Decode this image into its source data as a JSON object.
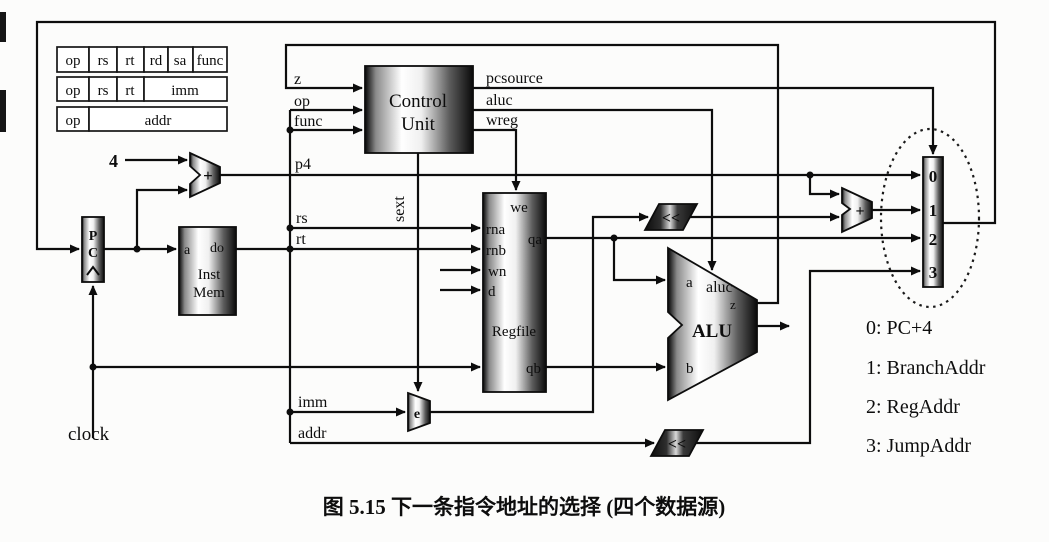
{
  "figure": {
    "caption": "图 5.15  下一条指令地址的选择 (四个数据源)"
  },
  "instruction_formats": {
    "r_type": [
      "op",
      "rs",
      "rt",
      "rd",
      "sa",
      "func"
    ],
    "i_type": [
      "op",
      "rs",
      "rt",
      "imm"
    ],
    "j_type": [
      "op",
      "addr"
    ]
  },
  "blocks": {
    "pc": {
      "chars": [
        "P",
        "C"
      ]
    },
    "inst_mem": {
      "port_a": "a",
      "port_do": "do",
      "name_line1": "Inst",
      "name_line2": "Mem"
    },
    "control_unit": {
      "name_line1": "Control",
      "name_line2": "Unit"
    },
    "regfile": {
      "we": "we",
      "rna": "rna",
      "rnb": "rnb",
      "wn": "wn",
      "d": "d",
      "qa": "qa",
      "qb": "qb",
      "name": "Regfile"
    },
    "alu": {
      "a": "a",
      "b": "b",
      "z": "z",
      "aluc": "aluc",
      "name": "ALU"
    },
    "adder_pc4": {
      "op": "+"
    },
    "adder_branch": {
      "op": "+"
    },
    "shifter_branch": {
      "label": "<<"
    },
    "shifter_jump": {
      "label": "<<"
    },
    "extender": {
      "label": "e"
    },
    "mux": {
      "inputs": [
        "0",
        "1",
        "2",
        "3"
      ]
    }
  },
  "signals": {
    "z": "z",
    "op": "op",
    "func": "func",
    "p4": "p4",
    "rs": "rs",
    "rt": "rt",
    "imm": "imm",
    "addr": "addr",
    "pcsource": "pcsource",
    "aluc": "aluc",
    "wreg": "wreg",
    "sext": "sext",
    "clock": "clock",
    "four": "4"
  },
  "legend": {
    "items": [
      "0: PC+4",
      "1: BranchAddr",
      "2: RegAddr",
      "3: JumpAddr"
    ]
  },
  "colors": {
    "ink": "#0d0d0d",
    "paper": "#fcfcfb"
  }
}
